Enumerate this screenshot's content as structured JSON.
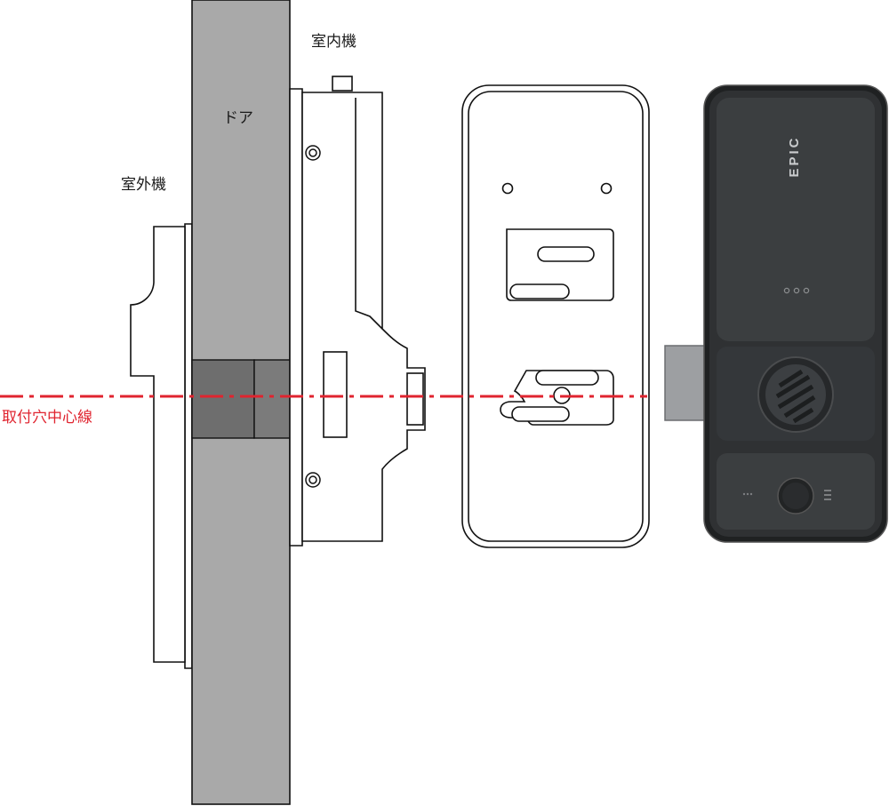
{
  "labels": {
    "door": "ドア",
    "indoor_unit": "室内機",
    "outdoor_unit": "室外機",
    "center_line": "取付穴中心線"
  },
  "brand": {
    "logo_text": "EPIC"
  },
  "colors": {
    "door_fill": "#a9a9a9",
    "door_insert": "#6e6e6e",
    "center_line": "#e0242f",
    "device_body": "#2f3133",
    "device_panel": "#3b3e40",
    "device_frame": "#1f2122",
    "latch": "#9d9fa2"
  }
}
